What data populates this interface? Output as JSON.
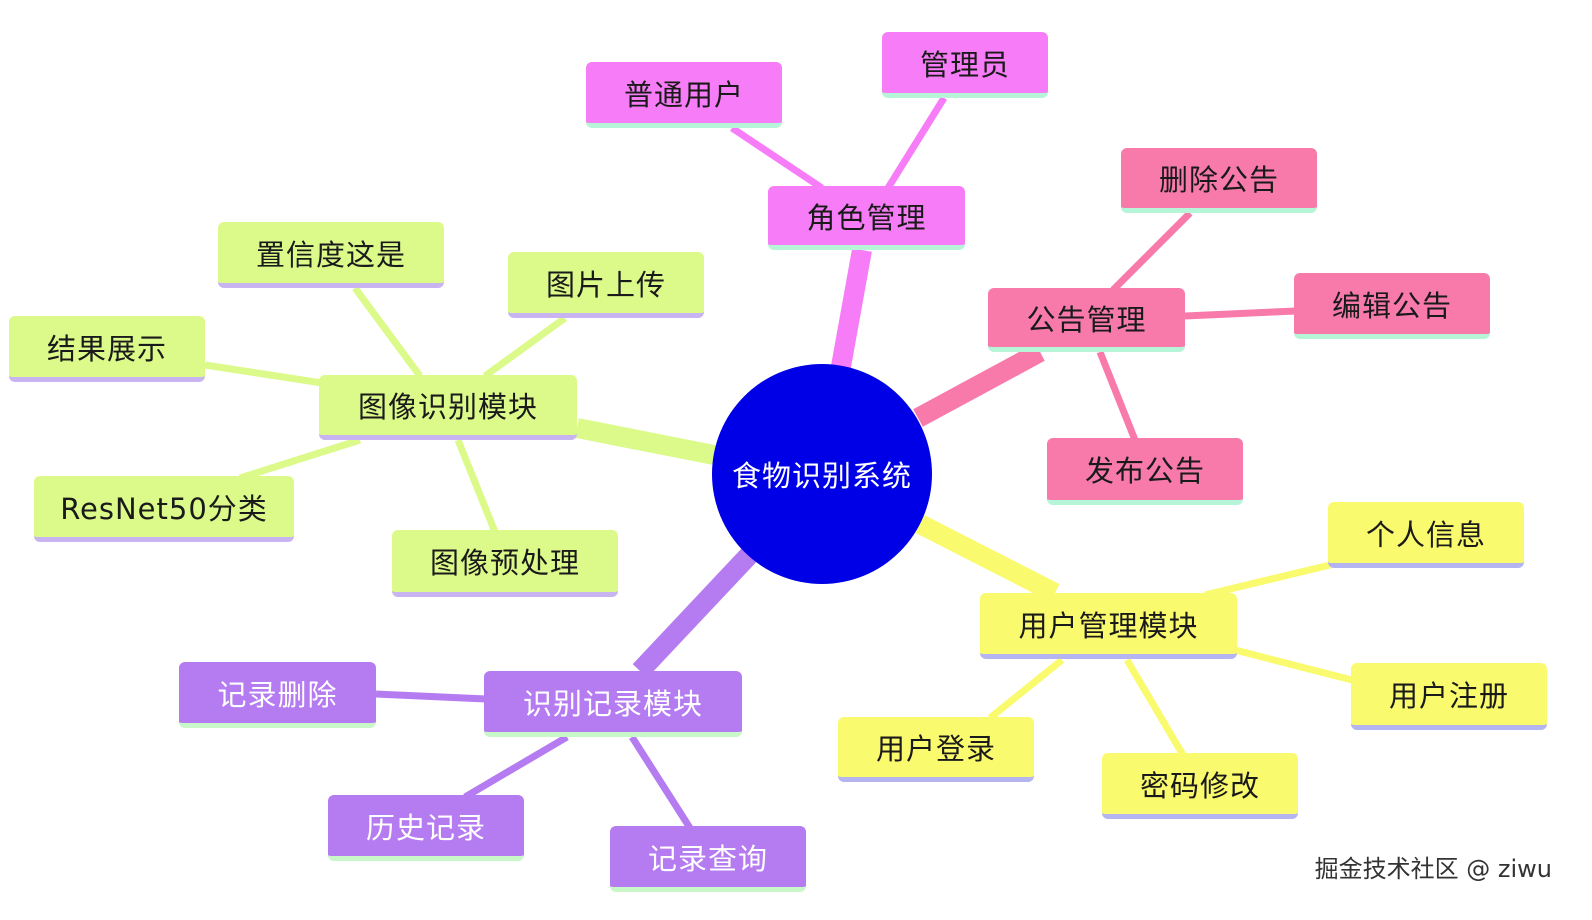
{
  "root": {
    "label": "食物识别系统",
    "color": "#0000e6"
  },
  "branches": {
    "role": {
      "label": "角色管理",
      "children": [
        "普通用户",
        "管理员"
      ],
      "color": "#f77cf7"
    },
    "notice": {
      "label": "公告管理",
      "children": [
        "删除公告",
        "编辑公告",
        "发布公告"
      ],
      "color": "#f77aab"
    },
    "image": {
      "label": "图像识别模块",
      "children": [
        "置信度这是",
        "图片上传",
        "结果展示",
        "ResNet50分类",
        "图像预处理"
      ],
      "color": "#dcfa8a"
    },
    "user": {
      "label": "用户管理模块",
      "children": [
        "个人信息",
        "用户注册",
        "用户登录",
        "密码修改"
      ],
      "color": "#fafa6e"
    },
    "record": {
      "label": "识别记录模块",
      "children": [
        "记录删除",
        "历史记录",
        "记录查询"
      ],
      "color": "#b57bf0"
    }
  },
  "watermark": "掘金技术社区 @ ziwu"
}
